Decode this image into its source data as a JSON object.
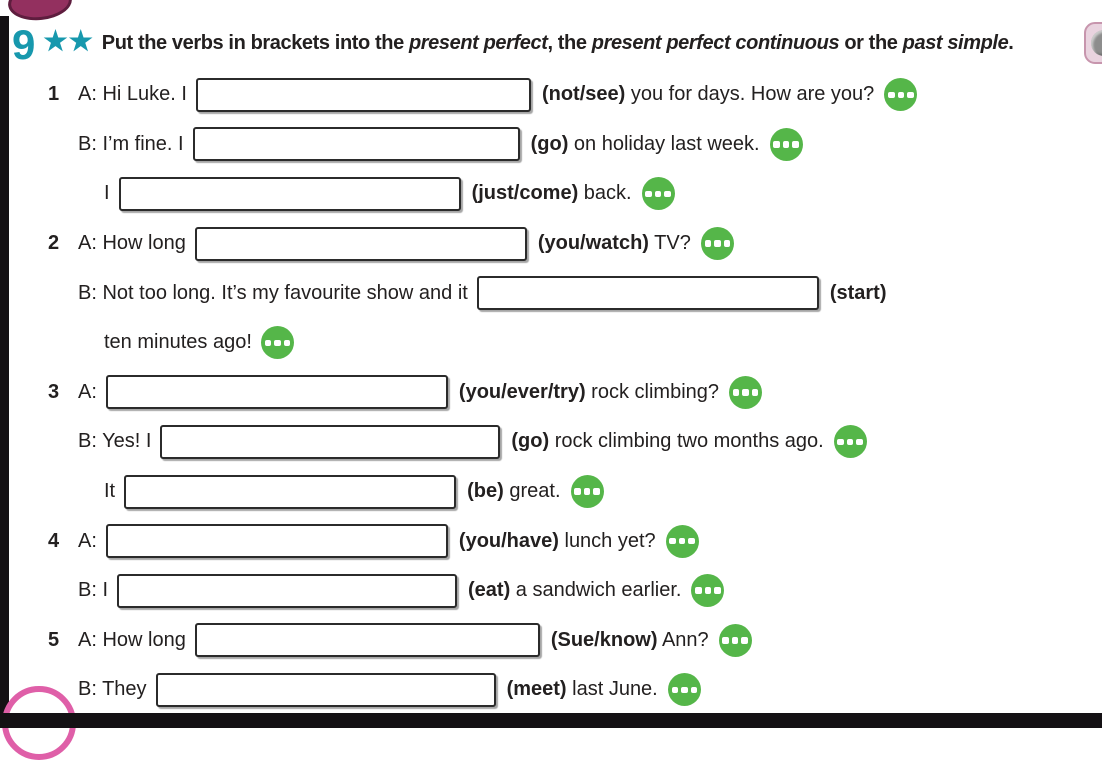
{
  "header": {
    "exercise_number": "9",
    "stars": "★★",
    "instruction_segments": [
      {
        "text": "Put the verbs in brackets into the ",
        "italic": false
      },
      {
        "text": "present perfect",
        "italic": true
      },
      {
        "text": ", the ",
        "italic": false
      },
      {
        "text": "present perfect continuous",
        "italic": true
      },
      {
        "text": " or the ",
        "italic": false
      },
      {
        "text": "past simple",
        "italic": true
      },
      {
        "text": ".",
        "italic": false
      }
    ]
  },
  "rows": [
    {
      "number": "1",
      "pre": "A: Hi Luke. I",
      "indent": false,
      "input_width": 335,
      "input_value": "",
      "post": [
        {
          "text": "(not/see)",
          "bold": true
        },
        {
          "text": " you for days. How are you?",
          "bold": false
        }
      ],
      "button": true
    },
    {
      "number": "",
      "pre": "B: I’m fine. I",
      "indent": false,
      "input_width": 327,
      "input_value": "",
      "post": [
        {
          "text": "(go)",
          "bold": true
        },
        {
          "text": " on holiday last week.",
          "bold": false
        }
      ],
      "button": true
    },
    {
      "number": "",
      "pre": "I",
      "indent": true,
      "input_width": 342,
      "input_value": "",
      "post": [
        {
          "text": "(just/come)",
          "bold": true
        },
        {
          "text": " back.",
          "bold": false
        }
      ],
      "button": true
    },
    {
      "number": "2",
      "pre": "A: How long",
      "indent": false,
      "input_width": 332,
      "input_value": "",
      "post": [
        {
          "text": "(you/watch)",
          "bold": true
        },
        {
          "text": " TV?",
          "bold": false
        }
      ],
      "button": true
    },
    {
      "number": "",
      "pre": "B: Not too long. It’s my favourite show and it",
      "indent": false,
      "input_width": 342,
      "input_value": "",
      "post": [
        {
          "text": "(start)",
          "bold": true
        }
      ],
      "button": false
    },
    {
      "number": "",
      "pre": "ten minutes ago!",
      "indent": true,
      "input_width": 0,
      "input_value": "",
      "post": [],
      "button": true
    },
    {
      "number": "3",
      "pre": "A:",
      "indent": false,
      "input_width": 342,
      "input_value": "",
      "post": [
        {
          "text": "(you/ever/try)",
          "bold": true
        },
        {
          "text": " rock climbing?",
          "bold": false
        }
      ],
      "button": true
    },
    {
      "number": "",
      "pre": "B: Yes! I",
      "indent": false,
      "input_width": 340,
      "input_value": "",
      "post": [
        {
          "text": "(go)",
          "bold": true
        },
        {
          "text": " rock climbing two months ago.",
          "bold": false
        }
      ],
      "button": true
    },
    {
      "number": "",
      "pre": "It",
      "indent": true,
      "input_width": 332,
      "input_value": "",
      "post": [
        {
          "text": "(be)",
          "bold": true
        },
        {
          "text": " great.",
          "bold": false
        }
      ],
      "button": true
    },
    {
      "number": "4",
      "pre": "A:",
      "indent": false,
      "input_width": 342,
      "input_value": "",
      "post": [
        {
          "text": "(you/have)",
          "bold": true
        },
        {
          "text": " lunch yet?",
          "bold": false
        }
      ],
      "button": true
    },
    {
      "number": "",
      "pre": "B: I",
      "indent": false,
      "input_width": 340,
      "input_value": "",
      "post": [
        {
          "text": "(eat)",
          "bold": true
        },
        {
          "text": " a sandwich earlier.",
          "bold": false
        }
      ],
      "button": true
    },
    {
      "number": "5",
      "pre": "A: How long",
      "indent": false,
      "input_width": 345,
      "input_value": "",
      "post": [
        {
          "text": "(Sue/know)",
          "bold": true
        },
        {
          "text": " Ann?",
          "bold": false
        }
      ],
      "button": true
    },
    {
      "number": "",
      "pre": "B: They",
      "indent": false,
      "input_width": 340,
      "input_value": "",
      "post": [
        {
          "text": "(meet)",
          "bold": true
        },
        {
          "text": " last June.",
          "bold": false
        }
      ],
      "button": true
    }
  ],
  "colors": {
    "accent_teal": "#1798ad",
    "button_green": "#55b649",
    "decoration_pink": "#df5fa8",
    "decoration_magenta": "#93305f",
    "bar_black": "#141114",
    "text": "#232020"
  }
}
